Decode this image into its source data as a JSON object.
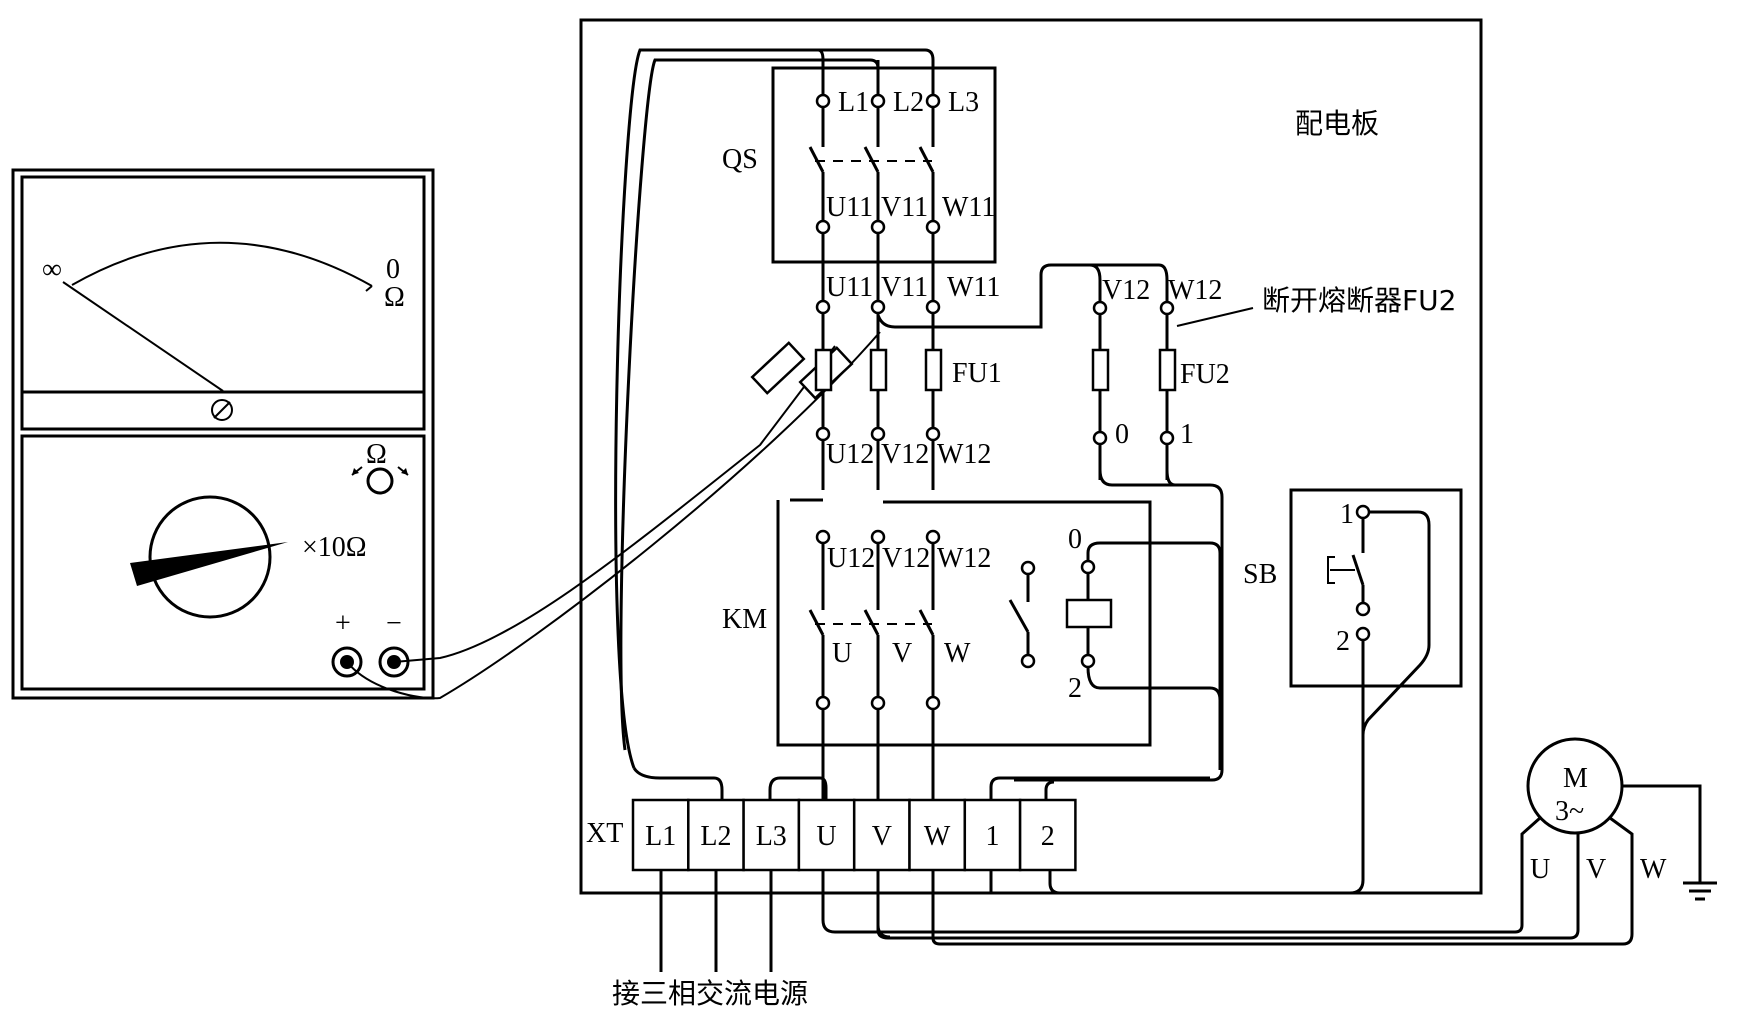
{
  "board": {
    "title": "配电板"
  },
  "annotation": {
    "fu2_note": "断开熔断器FU2"
  },
  "power_source": {
    "label": "接三相交流电源"
  },
  "multimeter": {
    "scale_left": "∞",
    "scale_right_value": "0",
    "scale_right_unit": "Ω",
    "zero_adjust_label": "Ω",
    "range_label": "×10Ω",
    "plus_label": "+",
    "minus_label": "−",
    "needle_position": "∞"
  },
  "qs": {
    "label": "QS",
    "inputs": [
      "L1",
      "L2",
      "L3"
    ],
    "outputs": [
      "U11",
      "V11",
      "W11"
    ],
    "below_outputs": [
      "U11",
      "V11",
      "W11"
    ]
  },
  "fu1": {
    "label": "FU1",
    "outputs": [
      "U12",
      "V12",
      "W12"
    ]
  },
  "fu2": {
    "label": "FU2",
    "inputs": [
      "V12",
      "W12"
    ],
    "outputs": [
      "0",
      "1"
    ]
  },
  "km": {
    "label": "KM",
    "inputs": [
      "U12",
      "V12",
      "W12"
    ],
    "outputs": [
      "U",
      "V",
      "W"
    ],
    "coil_top": "0",
    "coil_bottom": "2"
  },
  "sb": {
    "label": "SB",
    "terminal_1": "1",
    "terminal_2": "2"
  },
  "xt": {
    "label": "XT",
    "terminals": [
      "L1",
      "L2",
      "L3",
      "U",
      "V",
      "W",
      "1",
      "2"
    ]
  },
  "motor": {
    "label_line1": "M",
    "label_line2": "3~",
    "terminals": [
      "U",
      "V",
      "W"
    ]
  }
}
